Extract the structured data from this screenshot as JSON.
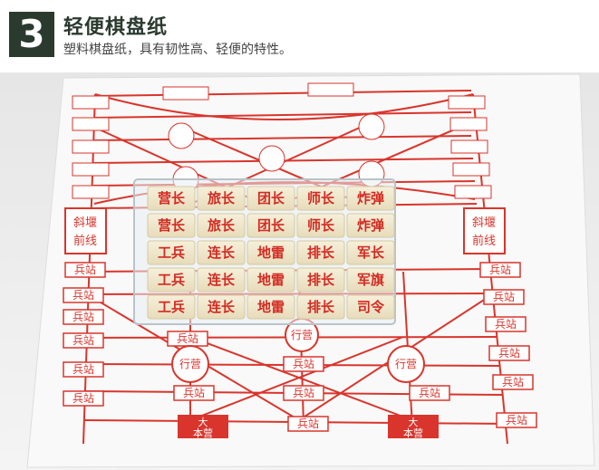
{
  "header": {
    "number": "3",
    "title": "轻便棋盘纸",
    "subtitle": "塑料棋盘纸，具有韧性高、轻便的特性。"
  },
  "board": {
    "left_tiles": [
      "营长",
      "营长",
      "工兵",
      "工兵",
      "工兵"
    ],
    "col2_tiles": [
      "旅长",
      "旅长",
      "连长",
      "连长",
      "连长"
    ],
    "col3_tiles": [
      "团长",
      "团长",
      "地雷",
      "地雷",
      "地雷"
    ],
    "col4_tiles": [
      "师长",
      "师长",
      "排长",
      "排长",
      "排长"
    ],
    "col5_tiles": [
      "炸弹",
      "炸弹",
      "军长",
      "军旗",
      "司令"
    ],
    "station_label": "兵站",
    "camp_label": "行营",
    "hq_label_top": "大",
    "hq_label_bottom": "本营",
    "front_label_top": "斜堰",
    "front_label_bottom": "前线"
  },
  "colors": {
    "badge_bg": "#2b3a2f",
    "line_red": "#d9352c",
    "tile_face": "#f1ead2",
    "tile_text": "#d42a22",
    "paper": "#f8f8f8"
  }
}
